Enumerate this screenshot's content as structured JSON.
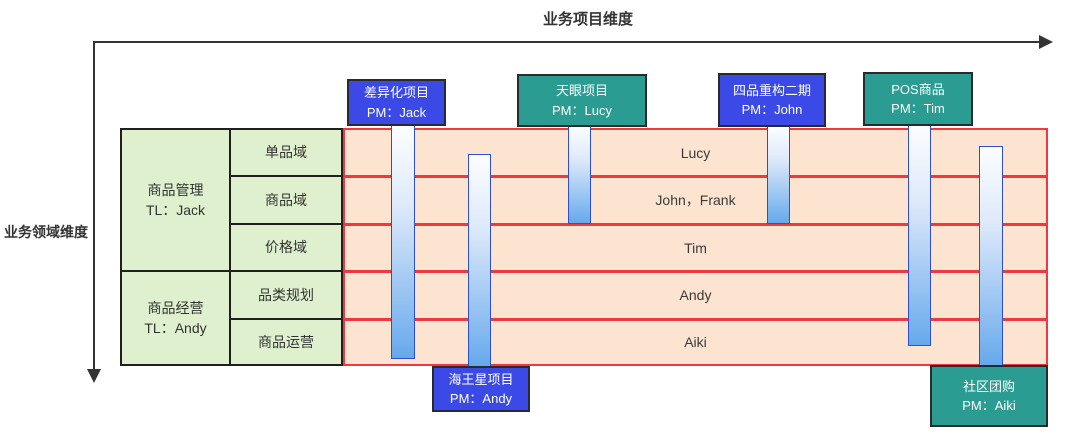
{
  "axes": {
    "x_label": "业务项目维度",
    "y_label": "业务领域维度"
  },
  "colors": {
    "project_box_blue": "#3b4ae6",
    "project_box_teal": "#2a9c91",
    "matrix_fill": "#fce4d1",
    "matrix_line": "#f0383f",
    "domain_cell_fill": "#def0cd",
    "bar_gradient_top": "#fcfeff",
    "bar_gradient_bottom": "#66a9ec",
    "bar_border": "#2e4fd2"
  },
  "team_groups": [
    {
      "name": "商品管理",
      "tl": "TL：Jack"
    },
    {
      "name": "商品经营",
      "tl": "TL：Andy"
    }
  ],
  "rows": [
    {
      "domain": "单品域",
      "members": "Lucy"
    },
    {
      "domain": "商品域",
      "members": "John，Frank"
    },
    {
      "domain": "价格域",
      "members": "Tim"
    },
    {
      "domain": "品类规划",
      "members": "Andy"
    },
    {
      "domain": "商品运营",
      "members": "Aiki"
    }
  ],
  "projects": [
    {
      "name": "差异化项目",
      "pm": "PM：Jack",
      "color": "blue",
      "anchor": "top"
    },
    {
      "name": "天眼项目",
      "pm": "PM：Lucy",
      "color": "teal",
      "anchor": "top"
    },
    {
      "name": "四品重构二期",
      "pm": "PM：John",
      "color": "blue",
      "anchor": "top"
    },
    {
      "name": "POS商品",
      "pm": "PM：Tim",
      "color": "teal",
      "anchor": "top"
    },
    {
      "name": "海王星项目",
      "pm": "PM：Andy",
      "color": "blue",
      "anchor": "bottom"
    },
    {
      "name": "社区团购",
      "pm": "PM：Aiki",
      "color": "teal",
      "anchor": "bottom"
    }
  ]
}
